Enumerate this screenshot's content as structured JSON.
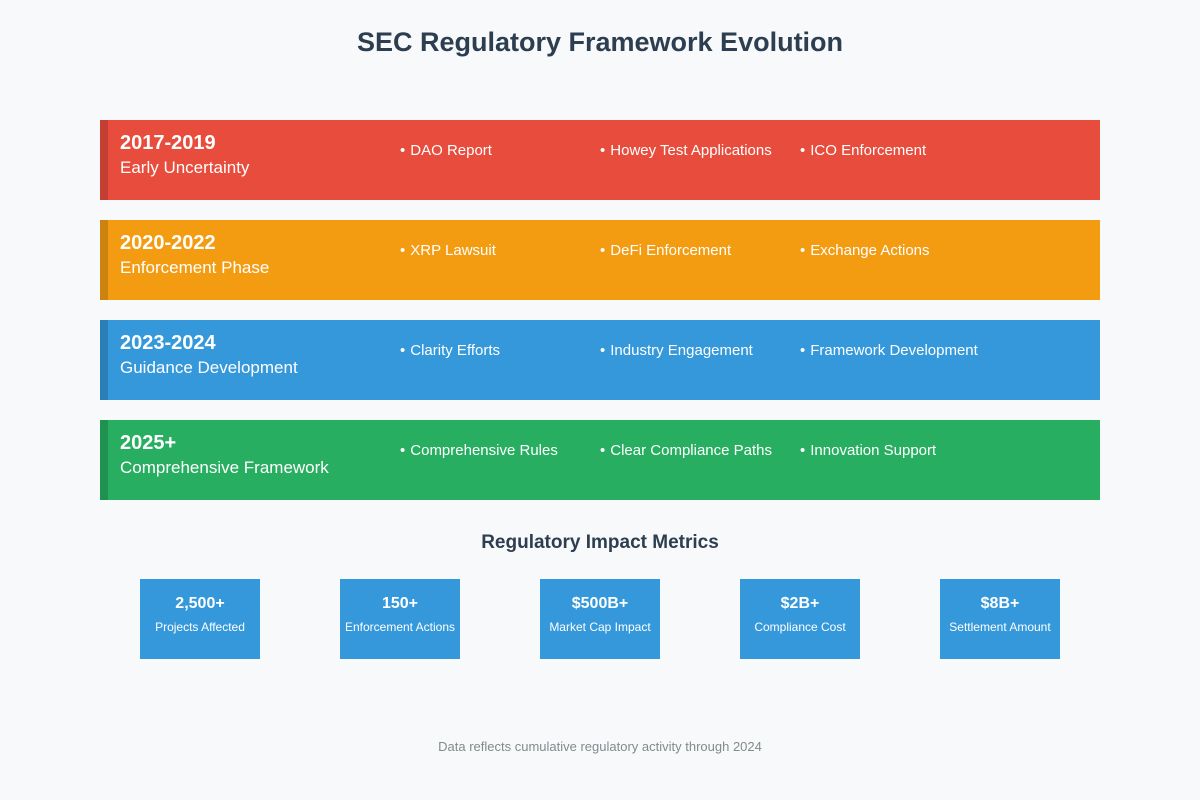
{
  "page": {
    "title": "SEC Regulatory Framework Evolution",
    "footer": "Data reflects cumulative regulatory activity through 2024",
    "background_color": "#f8f9fa",
    "heading_color": "#2c3e50"
  },
  "timeline": {
    "bullet": "•",
    "phases": [
      {
        "years": "2017-2019",
        "name": "Early Uncertainty",
        "color": "#e74c3c",
        "items": [
          "DAO Report",
          "Howey Test Applications",
          "ICO Enforcement"
        ]
      },
      {
        "years": "2020-2022",
        "name": "Enforcement Phase",
        "color": "#f39c12",
        "items": [
          "XRP Lawsuit",
          "DeFi Enforcement",
          "Exchange Actions"
        ]
      },
      {
        "years": "2023-2024",
        "name": "Guidance Development",
        "color": "#3498db",
        "items": [
          "Clarity Efforts",
          "Industry Engagement",
          "Framework Development"
        ]
      },
      {
        "years": "2025+",
        "name": "Comprehensive Framework",
        "color": "#27ae60",
        "items": [
          "Comprehensive Rules",
          "Clear Compliance Paths",
          "Innovation Support"
        ]
      }
    ]
  },
  "metrics": {
    "title": "Regulatory Impact Metrics",
    "card_color": "#3498db",
    "cards": [
      {
        "value": "2,500+",
        "label": "Projects Affected"
      },
      {
        "value": "150+",
        "label": "Enforcement Actions"
      },
      {
        "value": "$500B+",
        "label": "Market Cap Impact"
      },
      {
        "value": "$2B+",
        "label": "Compliance Cost"
      },
      {
        "value": "$8B+",
        "label": "Settlement Amount"
      }
    ]
  }
}
